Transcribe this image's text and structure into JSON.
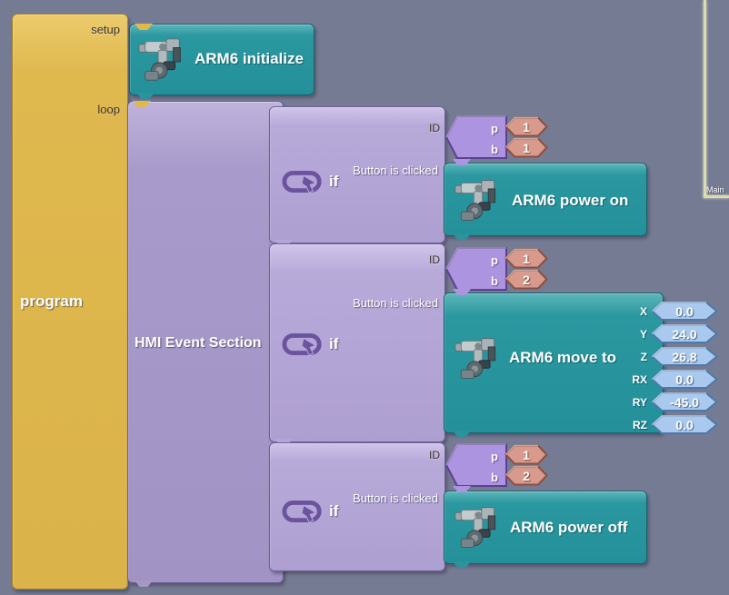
{
  "canvas": {
    "background_color": "#757b93",
    "main_region_label": "Main"
  },
  "program_block": {
    "label": "program",
    "setup_label": "setup",
    "loop_label": "loop",
    "color": "#dfb84e"
  },
  "initialize_block": {
    "label": "ARM6 initialize",
    "icon": "robot-arm-icon",
    "color": "#2b98a0"
  },
  "hmi_block": {
    "label": "HMI Event Section",
    "color": "#a89aca"
  },
  "events": [
    {
      "if_label": "if",
      "if_icon": "loop-cursor-icon",
      "condition_label": "Button is clicked",
      "id_label": "ID",
      "params": [
        {
          "label": "p",
          "value": "1"
        },
        {
          "label": "b",
          "value": "1"
        }
      ],
      "action_block": {
        "label": "ARM6 power on",
        "icon": "robot-arm-icon"
      }
    },
    {
      "if_label": "if",
      "if_icon": "loop-cursor-icon",
      "condition_label": "Button is clicked",
      "id_label": "ID",
      "params": [
        {
          "label": "p",
          "value": "1"
        },
        {
          "label": "b",
          "value": "2"
        }
      ],
      "action_block": {
        "label": "ARM6 move to",
        "icon": "robot-arm-icon",
        "coords": [
          {
            "label": "X",
            "value": "0.0"
          },
          {
            "label": "Y",
            "value": "24.0"
          },
          {
            "label": "Z",
            "value": "26.8"
          },
          {
            "label": "RX",
            "value": "0.0"
          },
          {
            "label": "RY",
            "value": "-45.0"
          },
          {
            "label": "RZ",
            "value": "0.0"
          }
        ]
      }
    },
    {
      "if_label": "if",
      "if_icon": "loop-cursor-icon",
      "condition_label": "Button is clicked",
      "id_label": "ID",
      "params": [
        {
          "label": "p",
          "value": "1"
        },
        {
          "label": "b",
          "value": "2"
        }
      ],
      "action_block": {
        "label": "ARM6 power off",
        "icon": "robot-arm-icon"
      }
    }
  ],
  "colors": {
    "if_block": "#b6a9d8",
    "id_block": "#ad94e0",
    "number_value": "#d79a8c",
    "coord_value": "#a9caee",
    "boundary_line": "#dadcab"
  }
}
